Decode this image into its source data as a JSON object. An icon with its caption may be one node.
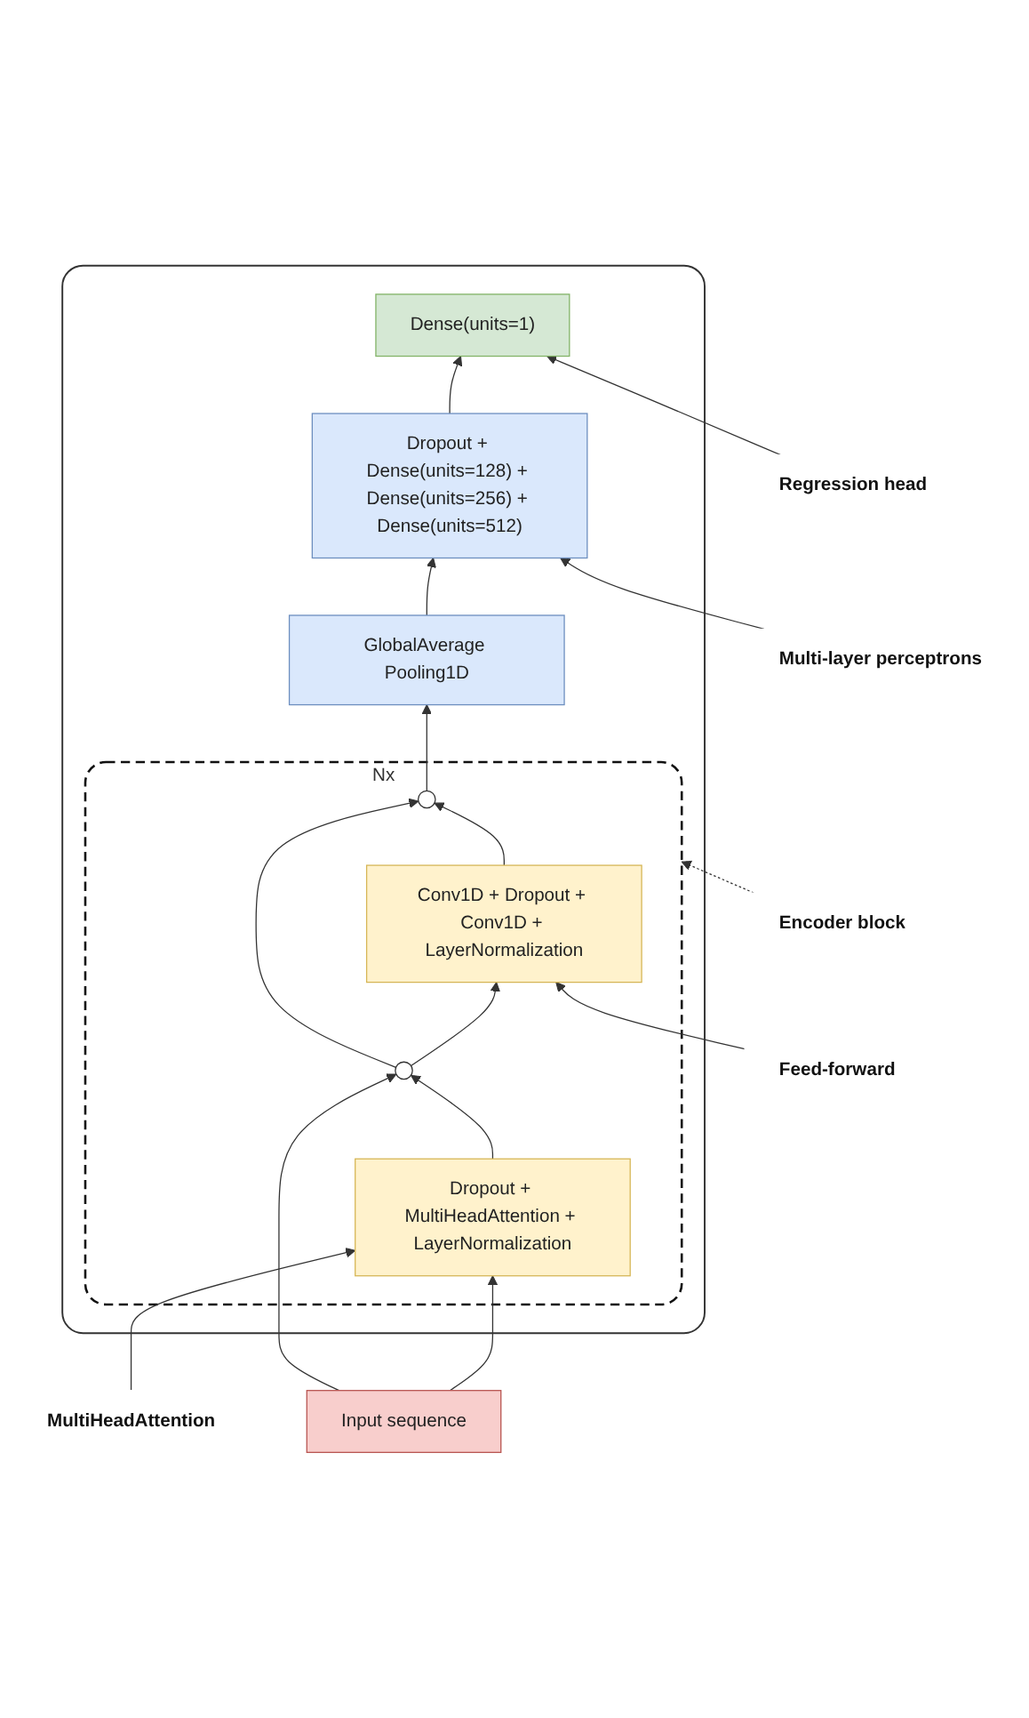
{
  "diagram": {
    "nodes": [
      {
        "text": [],
        "shape": "box"
      },
      {
        "text": [
          "Dense(units=1)"
        ],
        "in": 0
      },
      {
        "text": [
          "Dropout + Dense(units=128) + Dense(units=256) + Dense(units=512)"
        ],
        "in": 0
      },
      {
        "text": [
          "GlobalAverage Pooling1D"
        ],
        "in": 0
      },
      {
        "text": [],
        "shape": "box",
        "in": 0,
        "beside": [
          "Nx"
        ]
      },
      {
        "text": [],
        "shape": "circle",
        "in": 4
      },
      {
        "text": [
          "Conv1D + Dropout + Conv1D + LayerNormalization"
        ],
        "in": 4
      },
      {
        "text": [],
        "shape": "circle",
        "in": 4
      },
      {
        "text": [
          "Dropout + MultiHeadAttention + LayerNormalization"
        ],
        "in": 4
      },
      {
        "text": [
          "Input sequence"
        ]
      },
      {
        "text": [
          "Regression head"
        ]
      },
      {
        "text": [
          "Multi-layer perceptrons"
        ]
      },
      {
        "text": [
          "Feed-forward"
        ]
      },
      {
        "text": [
          "Encoder block"
        ]
      },
      {
        "text": [
          "MultiHeadAttention"
        ]
      }
    ],
    "edges": [
      {
        "from": 9,
        "to": 8,
        "arrow": "to"
      },
      {
        "from": 8,
        "to": 7,
        "arrow": "to"
      },
      {
        "from": 7,
        "to": 6,
        "arrow": "to"
      },
      {
        "from": 6,
        "to": 5,
        "arrow": "to"
      },
      {
        "from": 5,
        "to": 3,
        "arrow": "to"
      },
      {
        "from": 3,
        "to": 2,
        "arrow": "to"
      },
      {
        "from": 2,
        "to": 1,
        "arrow": "to"
      },
      {
        "from": 9,
        "to": 7,
        "arrow": "to"
      },
      {
        "from": 7,
        "to": 5,
        "arrow": "to"
      },
      {
        "from": 10,
        "to": 1,
        "arrow": "to"
      },
      {
        "from": 11,
        "to": 2,
        "arrow": "to"
      },
      {
        "from": 12,
        "to": 6,
        "arrow": "to"
      },
      {
        "from": 13,
        "to": 4,
        "arrow": "to",
        "style": "dashed"
      },
      {
        "from": 14,
        "to": 8,
        "arrow": "to"
      }
    ]
  }
}
